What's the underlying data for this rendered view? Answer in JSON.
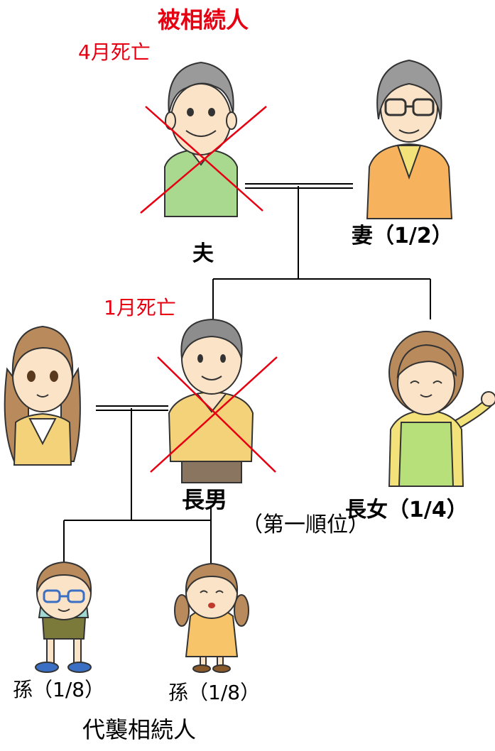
{
  "labels": {
    "deceased_title": "被相続人",
    "husband_death": "4月死亡",
    "husband": "夫",
    "wife": "妻（1/2）",
    "son_death": "1月死亡",
    "eldest_son": "長男",
    "eldest_daughter": "長女（1/4）",
    "first_rank": "（第一順位）",
    "grandchild_1": "孫（1/8）",
    "grandchild_2": "孫（1/8）",
    "representative_heirs": "代襲相続人"
  },
  "colors": {
    "accent_red": "#e60012",
    "line": "#000000",
    "hair_gray": "#9a9a9a",
    "skin": "#fbe3c8",
    "green_shirt": "#a9d88f",
    "orange_cardigan": "#f6b25c",
    "yellow_cardigan": "#f3d27a",
    "brown_trousers": "#8a7560",
    "brown_hair": "#b98a5c",
    "green_apron": "#b8e07a",
    "teal_shirt": "#9fd9d2",
    "olive_shorts": "#7b7a3a",
    "orange_dress": "#f7c46a"
  },
  "icons": {
    "husband": "elderly-man-icon",
    "wife": "elderly-woman-icon",
    "son": "middle-aged-man-icon",
    "daughter_in_law": "young-woman-icon",
    "daughter": "woman-apron-icon",
    "grandson": "boy-icon",
    "granddaughter": "girl-icon",
    "deceased_mark": "red-cross-icon"
  }
}
